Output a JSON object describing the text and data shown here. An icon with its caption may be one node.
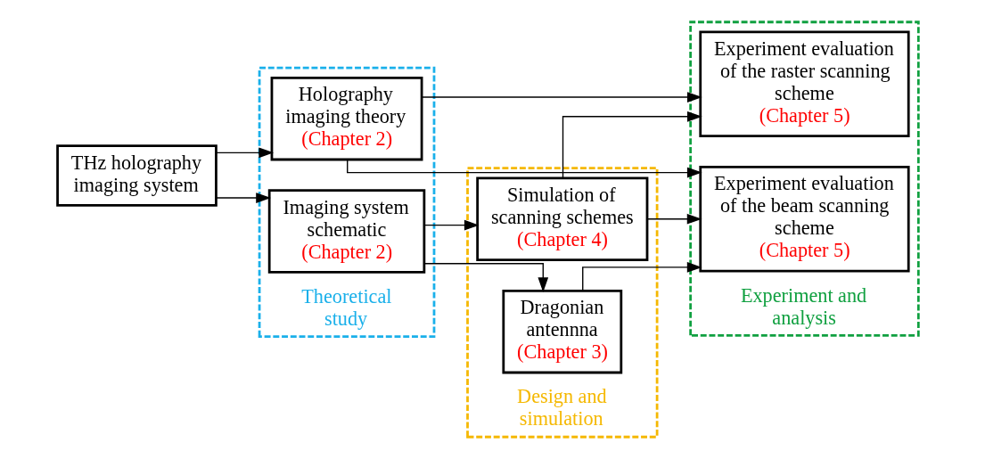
{
  "diagram": {
    "nodes": [
      {
        "text": [
          "THz holography imaging system"
        ]
      },
      {
        "text": [
          "Theoretical study"
        ]
      },
      {
        "text": [
          "Holography imaging theory",
          "(Chapter 2)"
        ],
        "in": 1
      },
      {
        "text": [
          "Imaging system schematic",
          "(Chapter 2)"
        ],
        "in": 1
      },
      {
        "text": [
          "Design and simulation"
        ]
      },
      {
        "text": [
          "Simulation of scanning schemes",
          "(Chapter 4)"
        ],
        "in": 4
      },
      {
        "text": [
          "Dragonian antennna",
          "(Chapter 3)"
        ],
        "in": 4
      },
      {
        "text": [
          "Experiment and analysis"
        ]
      },
      {
        "text": [
          "Experiment evaluation of the raster scanning scheme",
          "(Chapter 5)"
        ],
        "in": 7
      },
      {
        "text": [
          "Experiment evaluation of the beam scanning scheme",
          "(Chapter 5)"
        ],
        "in": 7
      }
    ],
    "edges": [
      {
        "from": 0,
        "to": 2,
        "arrow": "to"
      },
      {
        "from": 0,
        "to": 3,
        "arrow": "to"
      },
      {
        "from": 2,
        "to": 8,
        "arrow": "to"
      },
      {
        "from": 2,
        "to": 9,
        "arrow": "to"
      },
      {
        "from": 3,
        "to": 5,
        "arrow": "to"
      },
      {
        "from": 3,
        "to": 6,
        "arrow": "to"
      },
      {
        "from": 5,
        "to": 8,
        "arrow": "to"
      },
      {
        "from": 5,
        "to": 9,
        "arrow": "to"
      },
      {
        "from": 6,
        "to": 9,
        "arrow": "to"
      }
    ]
  }
}
